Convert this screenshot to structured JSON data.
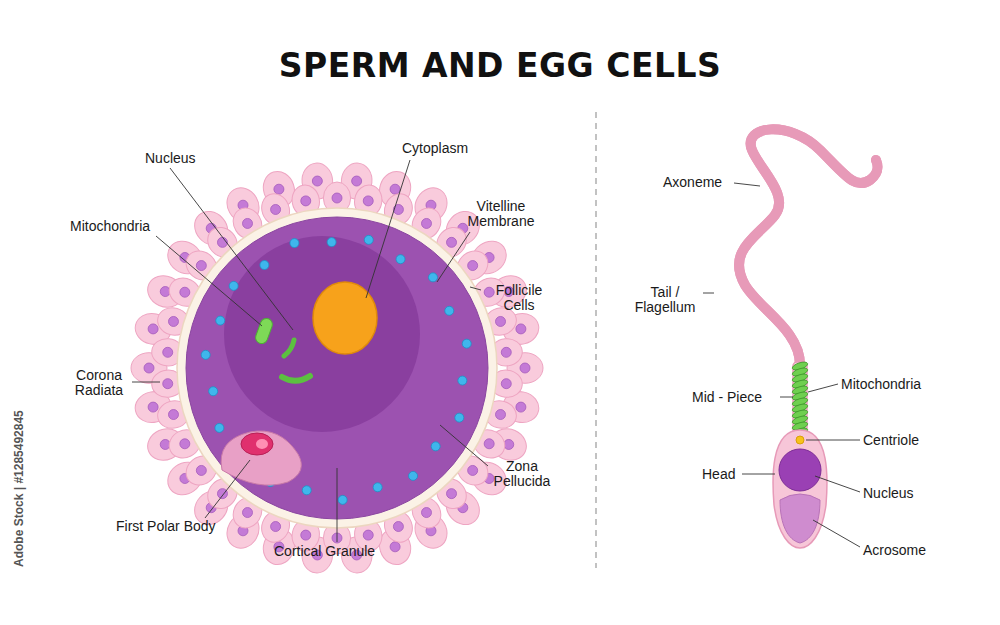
{
  "diagram": {
    "title": "SPERM AND EGG CELLS",
    "labels": [
      "Nucleus",
      "Cytoplasm",
      "Vitelline Membrane",
      "Mitochondria",
      "Follicile Cells",
      "Corona Radiata",
      "Zona Pellucida",
      "First Polar Body",
      "Cortical Granule",
      "Axoneme",
      "Tail / Flagellum",
      "Mid - Piece",
      "Mitochondria",
      "Centriole",
      "Head",
      "Nucleus",
      "Acrosome",
      "Adobe Stock | #1285492845"
    ]
  }
}
